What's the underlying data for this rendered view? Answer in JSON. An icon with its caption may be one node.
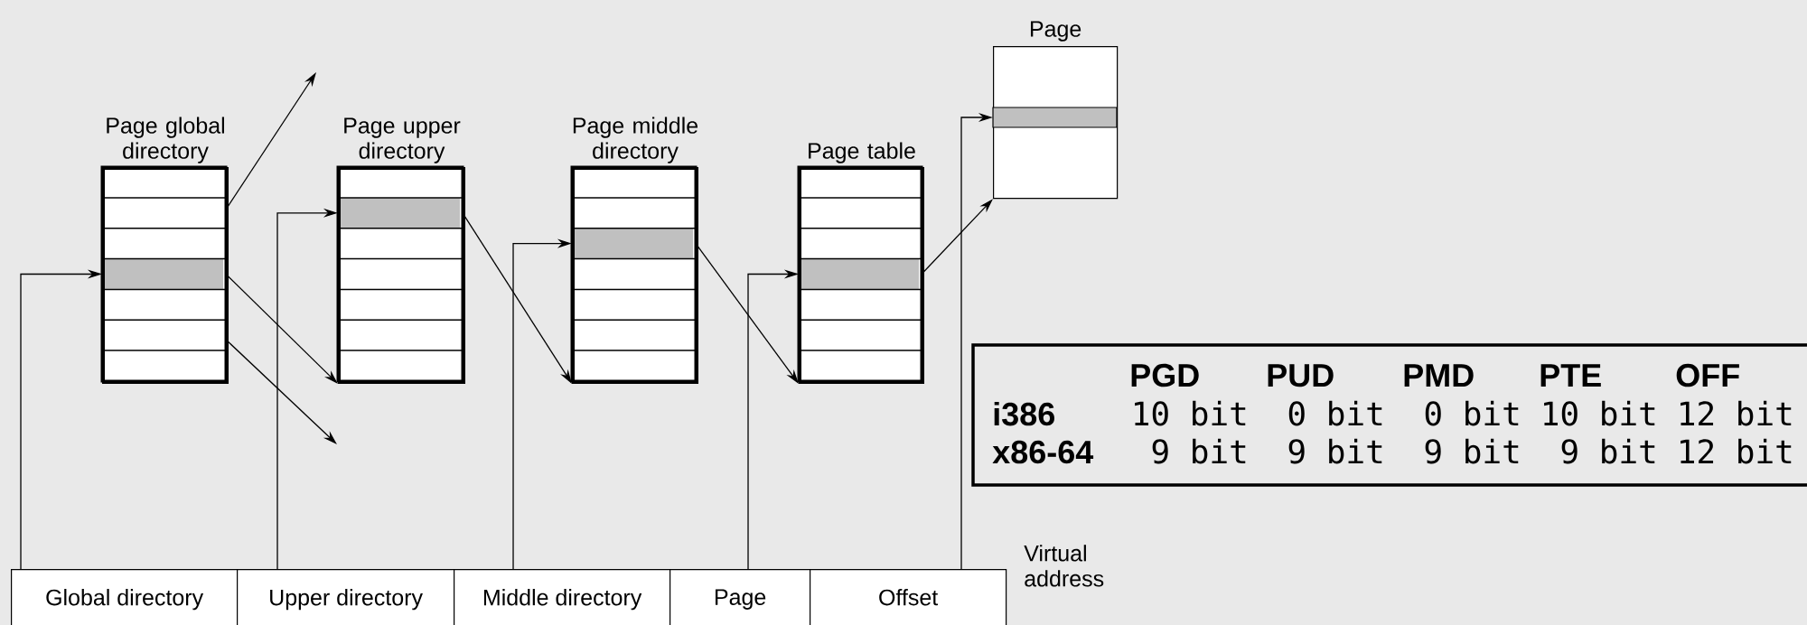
{
  "diagram": {
    "nodes": [
      {
        "text": [
          "Page global directory"
        ]
      },
      {
        "text": [
          "Page upper directory"
        ]
      },
      {
        "text": [
          "Page middle directory"
        ]
      },
      {
        "text": [
          "Page table"
        ]
      },
      {
        "text": [
          "Page"
        ]
      },
      {
        "text": [
          "Global directory"
        ]
      },
      {
        "text": [
          "Upper directory"
        ]
      },
      {
        "text": [
          "Middle directory"
        ]
      },
      {
        "text": [
          "Page"
        ]
      },
      {
        "text": [
          "Offset"
        ]
      }
    ],
    "edges": [
      {
        "from": 5,
        "to": 0,
        "arrow": "to"
      },
      {
        "from": 6,
        "to": 1,
        "arrow": "to"
      },
      {
        "from": 7,
        "to": 2,
        "arrow": "to"
      },
      {
        "from": 8,
        "to": 3,
        "arrow": "to"
      },
      {
        "from": 9,
        "to": 4,
        "arrow": "to"
      },
      {
        "from": 0,
        "to": null,
        "arrow": "to"
      },
      {
        "from": 0,
        "to": 1,
        "arrow": "to"
      },
      {
        "from": 0,
        "to": null,
        "arrow": "to"
      },
      {
        "from": 1,
        "to": 2,
        "arrow": "to"
      },
      {
        "from": 2,
        "to": 3,
        "arrow": "to"
      },
      {
        "from": 3,
        "to": 4,
        "arrow": "to"
      }
    ],
    "labels": [
      "PGD",
      "PUD",
      "PMD",
      "PTE",
      "OFF",
      "i386",
      "10 bit",
      "0 bit",
      "0 bit",
      "10 bit",
      "12 bit",
      "x86-64",
      "9 bit",
      "9 bit",
      "9 bit",
      "9 bit",
      "12 bit",
      "Virtual address"
    ]
  }
}
